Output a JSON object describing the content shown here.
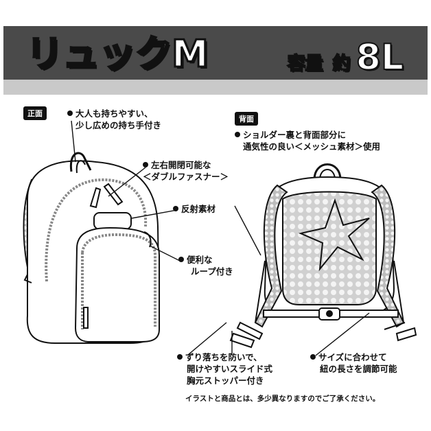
{
  "header": {
    "title": "リュックM",
    "capacity_label": "容量",
    "capacity_prefix": "約",
    "capacity_value": "8L"
  },
  "front": {
    "tag": "正面",
    "callouts": [
      {
        "lines": [
          "大人も持ちやすい、",
          "少し広めの持ち手付き"
        ]
      },
      {
        "lines": [
          "左右開閉可能な",
          "＜ダブルファスナー＞"
        ]
      },
      {
        "lines": [
          "反射素材"
        ]
      },
      {
        "lines": [
          "便利な",
          "ループ付き"
        ]
      }
    ]
  },
  "back": {
    "tag": "背面",
    "callouts": [
      {
        "lines": [
          "ショルダー裏と背面部分に",
          "通気性の良い＜メッシュ素材＞使用"
        ]
      }
    ]
  },
  "bottom": {
    "callouts": [
      {
        "lines": [
          "ずり落ちを防いで、",
          "開けやすいスライド式",
          "胸元ストッパー付き"
        ]
      },
      {
        "lines": [
          "サイズに合わせて",
          "紐の長さを調節可能"
        ]
      }
    ]
  },
  "note": "イラストと商品とは、多少異なりますのでご了承ください。"
}
